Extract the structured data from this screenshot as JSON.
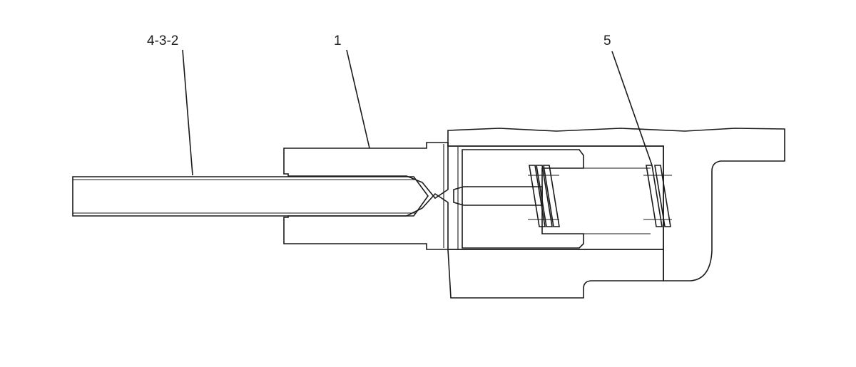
{
  "callouts": [
    {
      "id": "c1",
      "label": "4-3-2"
    },
    {
      "id": "c2",
      "label": "1"
    },
    {
      "id": "c3",
      "label": "5"
    }
  ],
  "colors": {
    "line": "#1a1a1a",
    "background": "#ffffff"
  }
}
